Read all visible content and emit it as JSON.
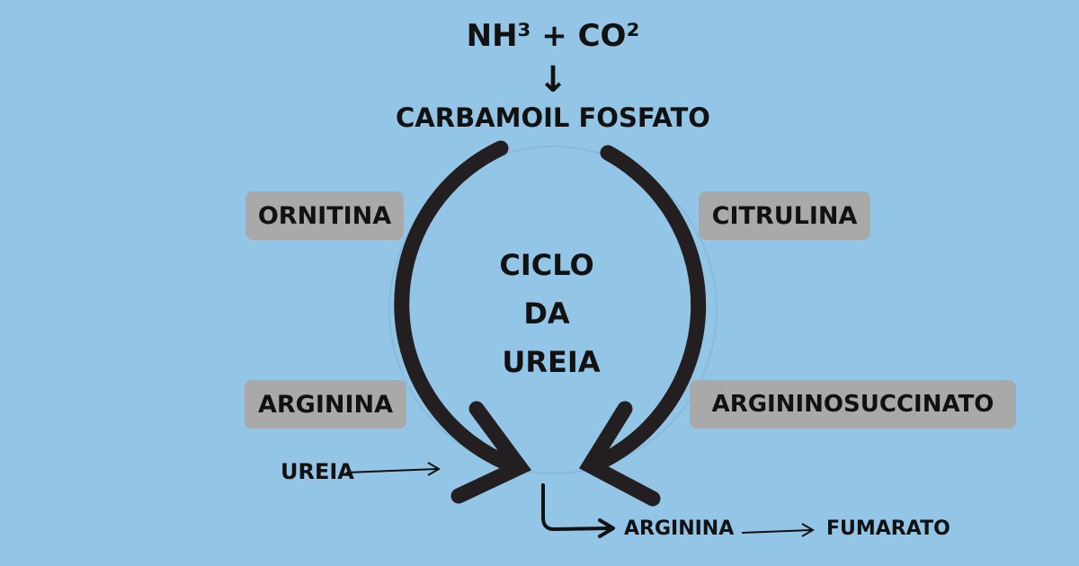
{
  "header": {
    "formula": "NH³ + CO²",
    "down_arrow": "↓",
    "product": "CARBAMOIL FOSFATO"
  },
  "center": {
    "line1": "CICLO",
    "line2": "DA",
    "line3": "UREIA"
  },
  "nodes": {
    "ornitina": "ORNITINA",
    "citrulina": "CITRULINA",
    "arginina": "ARGININA",
    "argininosuccinato": "ARGININOSUCCINATO"
  },
  "outputs": {
    "ureia": "UREIA",
    "arginina": "ARGININA",
    "fumarato": "FUMARATO"
  },
  "colors": {
    "background": "#93c5e6",
    "node_box": "#a9a9a9",
    "arc_stroke": "#231f20",
    "text": "#111111"
  }
}
